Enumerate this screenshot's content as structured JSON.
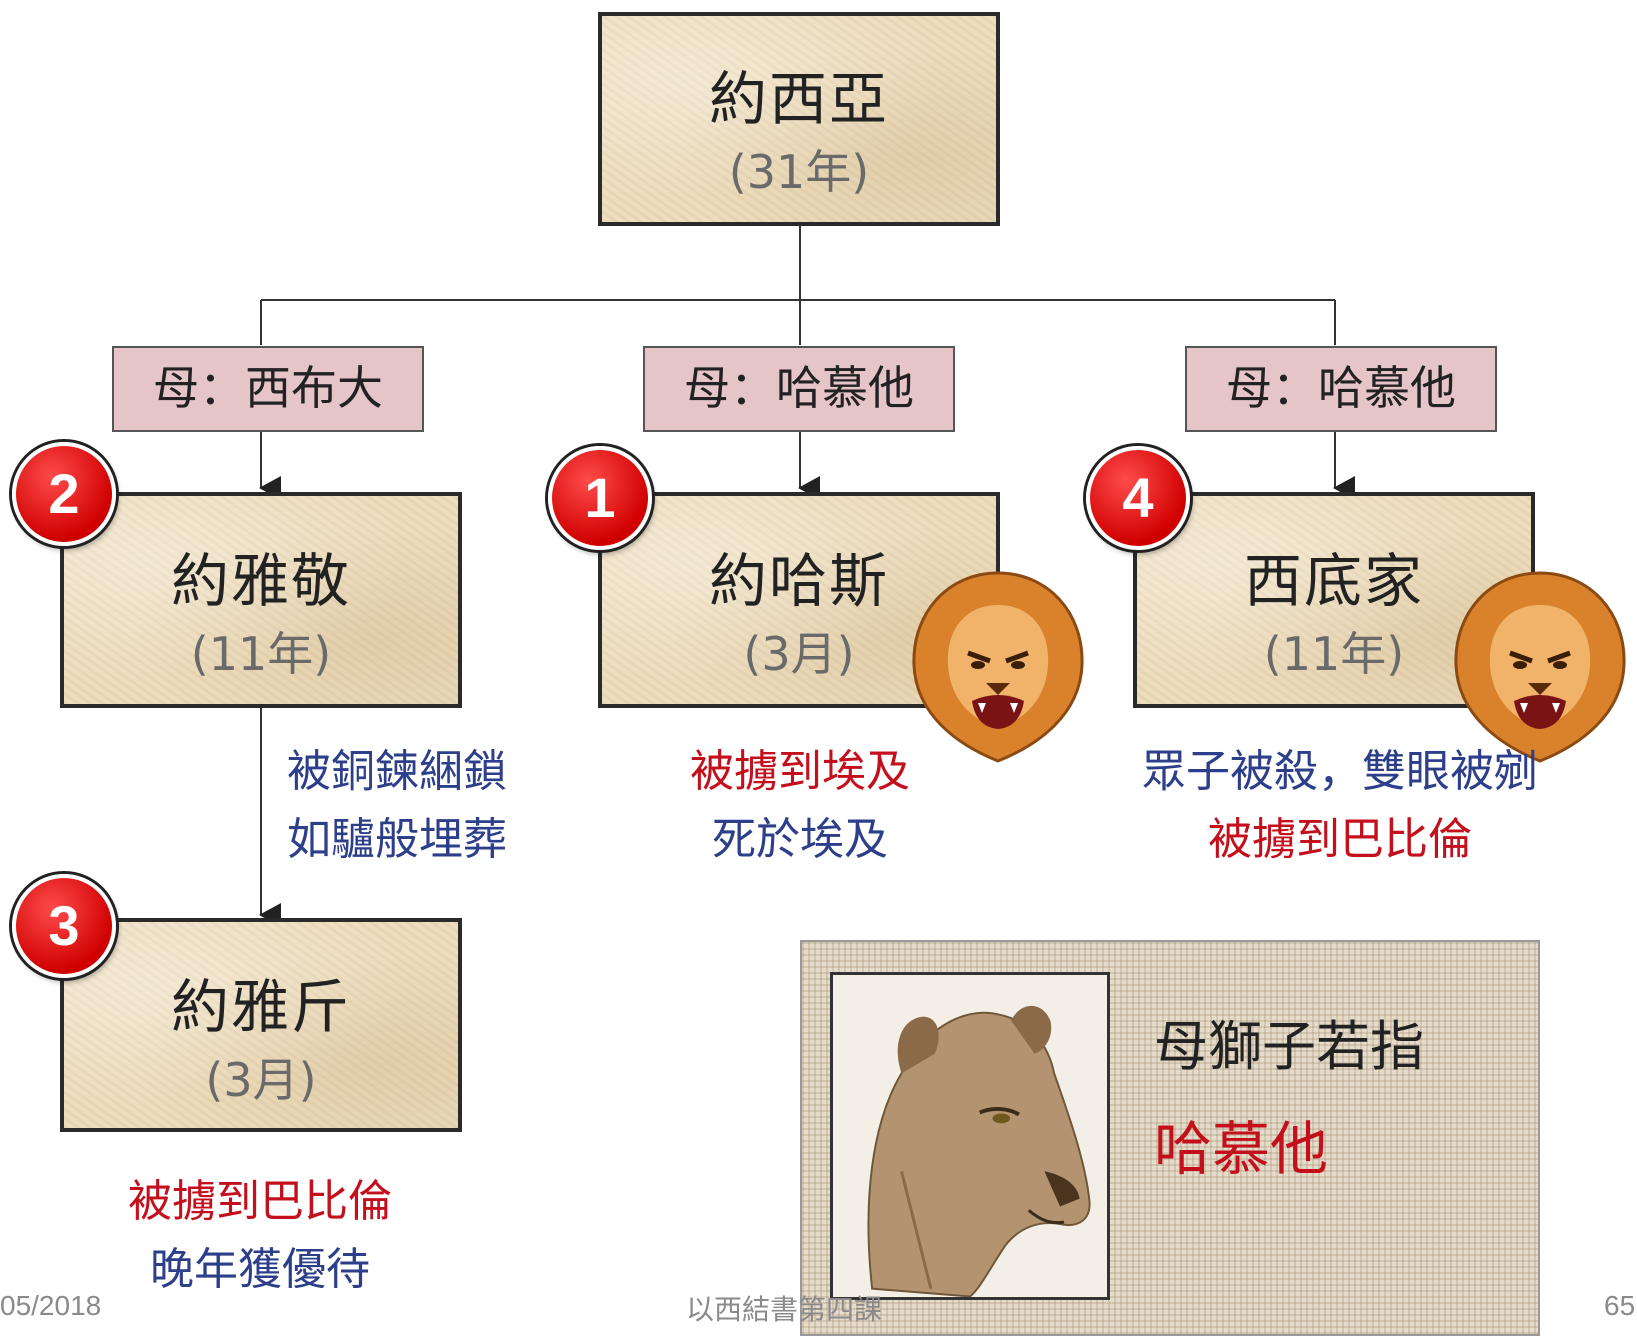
{
  "root": {
    "name": "約西亞",
    "duration": "(31年)"
  },
  "mothers": [
    "母：西布大",
    "母：哈慕他",
    "母：哈慕他"
  ],
  "kings": [
    {
      "badge": "2",
      "name": "約雅敬",
      "duration": "(11年)"
    },
    {
      "badge": "1",
      "name": "約哈斯",
      "duration": "(3月)"
    },
    {
      "badge": "4",
      "name": "西底家",
      "duration": "(11年)"
    },
    {
      "badge": "3",
      "name": "約雅斤",
      "duration": "(3月)"
    }
  ],
  "notes": {
    "jehoiakim": [
      "被銅鍊綑鎖",
      "如驢般埋葬"
    ],
    "jehoahaz": [
      "被擄到埃及",
      "死於埃及"
    ],
    "zedekiah": [
      "眾子被殺，雙眼被剜",
      "被擄到巴比倫"
    ],
    "jehoiachin": [
      "被擄到巴比倫",
      "晚年獲優待"
    ]
  },
  "panel": {
    "line1": "母獅子若指",
    "line2": "哈慕他"
  },
  "footer": {
    "date": "05/2018",
    "title": "以西結書第四課",
    "page": "65"
  },
  "icons": [
    "lion-icon",
    "lioness-image"
  ],
  "colors": {
    "red": "#c4101c",
    "blue": "#2d3f8a",
    "badge": "#d00000"
  }
}
